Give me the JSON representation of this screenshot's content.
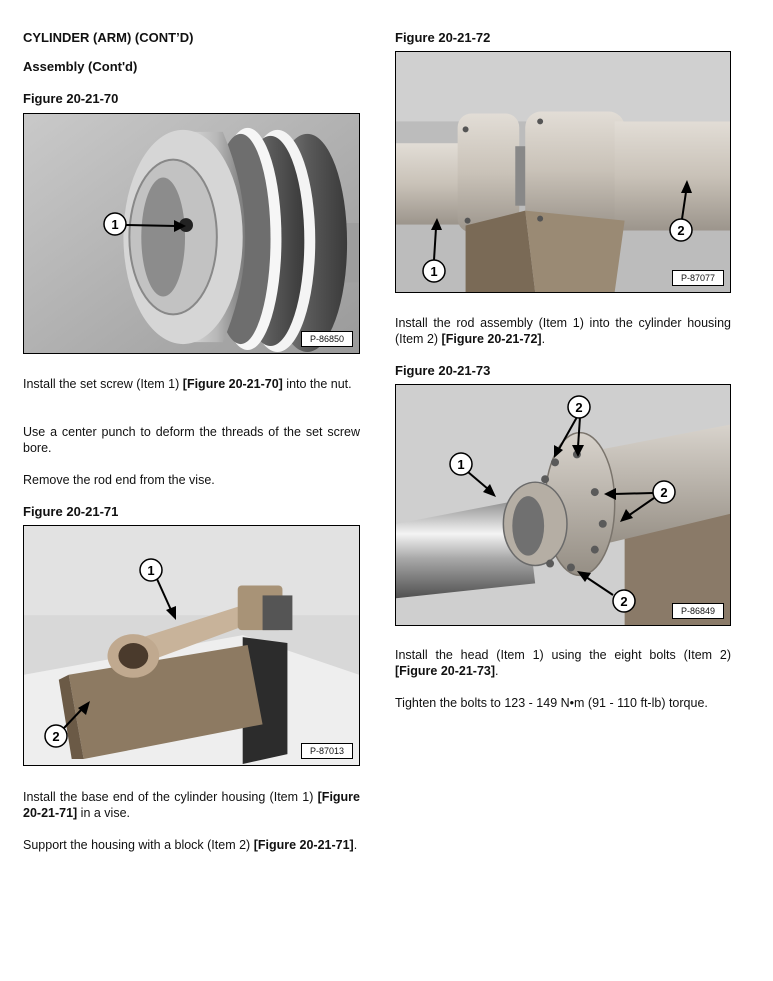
{
  "header": {
    "title": "CYLINDER (ARM) (CONT’D)",
    "subtitle": "Assembly (Cont'd)"
  },
  "figures": {
    "f70": {
      "title": "Figure 20-21-70",
      "ref": "P-86850",
      "callouts": [
        "1"
      ]
    },
    "f71": {
      "title": "Figure 20-21-71",
      "ref": "P-87013",
      "callouts": [
        "1",
        "2"
      ]
    },
    "f72": {
      "title": "Figure 20-21-72",
      "ref": "P-87077",
      "callouts": [
        "1",
        "2"
      ]
    },
    "f73": {
      "title": "Figure 20-21-73",
      "ref": "P-86849",
      "callouts": [
        "1",
        "2",
        "2",
        "2"
      ]
    }
  },
  "left_text": {
    "p1_a": "Install the set screw (Item 1) ",
    "p1_b": "[Figure 20-21-70]",
    "p1_c": " into the nut.",
    "p2": "Use a center punch to deform the threads of the set screw bore.",
    "p3": "Remove the rod end from the vise.",
    "p4_a": "Install the base end of the cylinder housing (Item 1) ",
    "p4_b": "[Figure 20-21-71]",
    "p4_c": " in a vise.",
    "p5_a": "Support the housing with a block (Item 2) ",
    "p5_b": "[Figure 20-21-71]",
    "p5_c": "."
  },
  "right_text": {
    "p1_a": "Install the rod assembly (Item 1) into the cylinder housing (Item 2) ",
    "p1_b": "[Figure 20-21-72]",
    "p1_c": ".",
    "p2_a": "Install the head (Item 1) using the eight bolts (Item 2) ",
    "p2_b": "[Figure 20-21-73]",
    "p2_c": ".",
    "p3": "Tighten the bolts to 123 - 149 N•m (91 - 110 ft-lb) torque."
  }
}
